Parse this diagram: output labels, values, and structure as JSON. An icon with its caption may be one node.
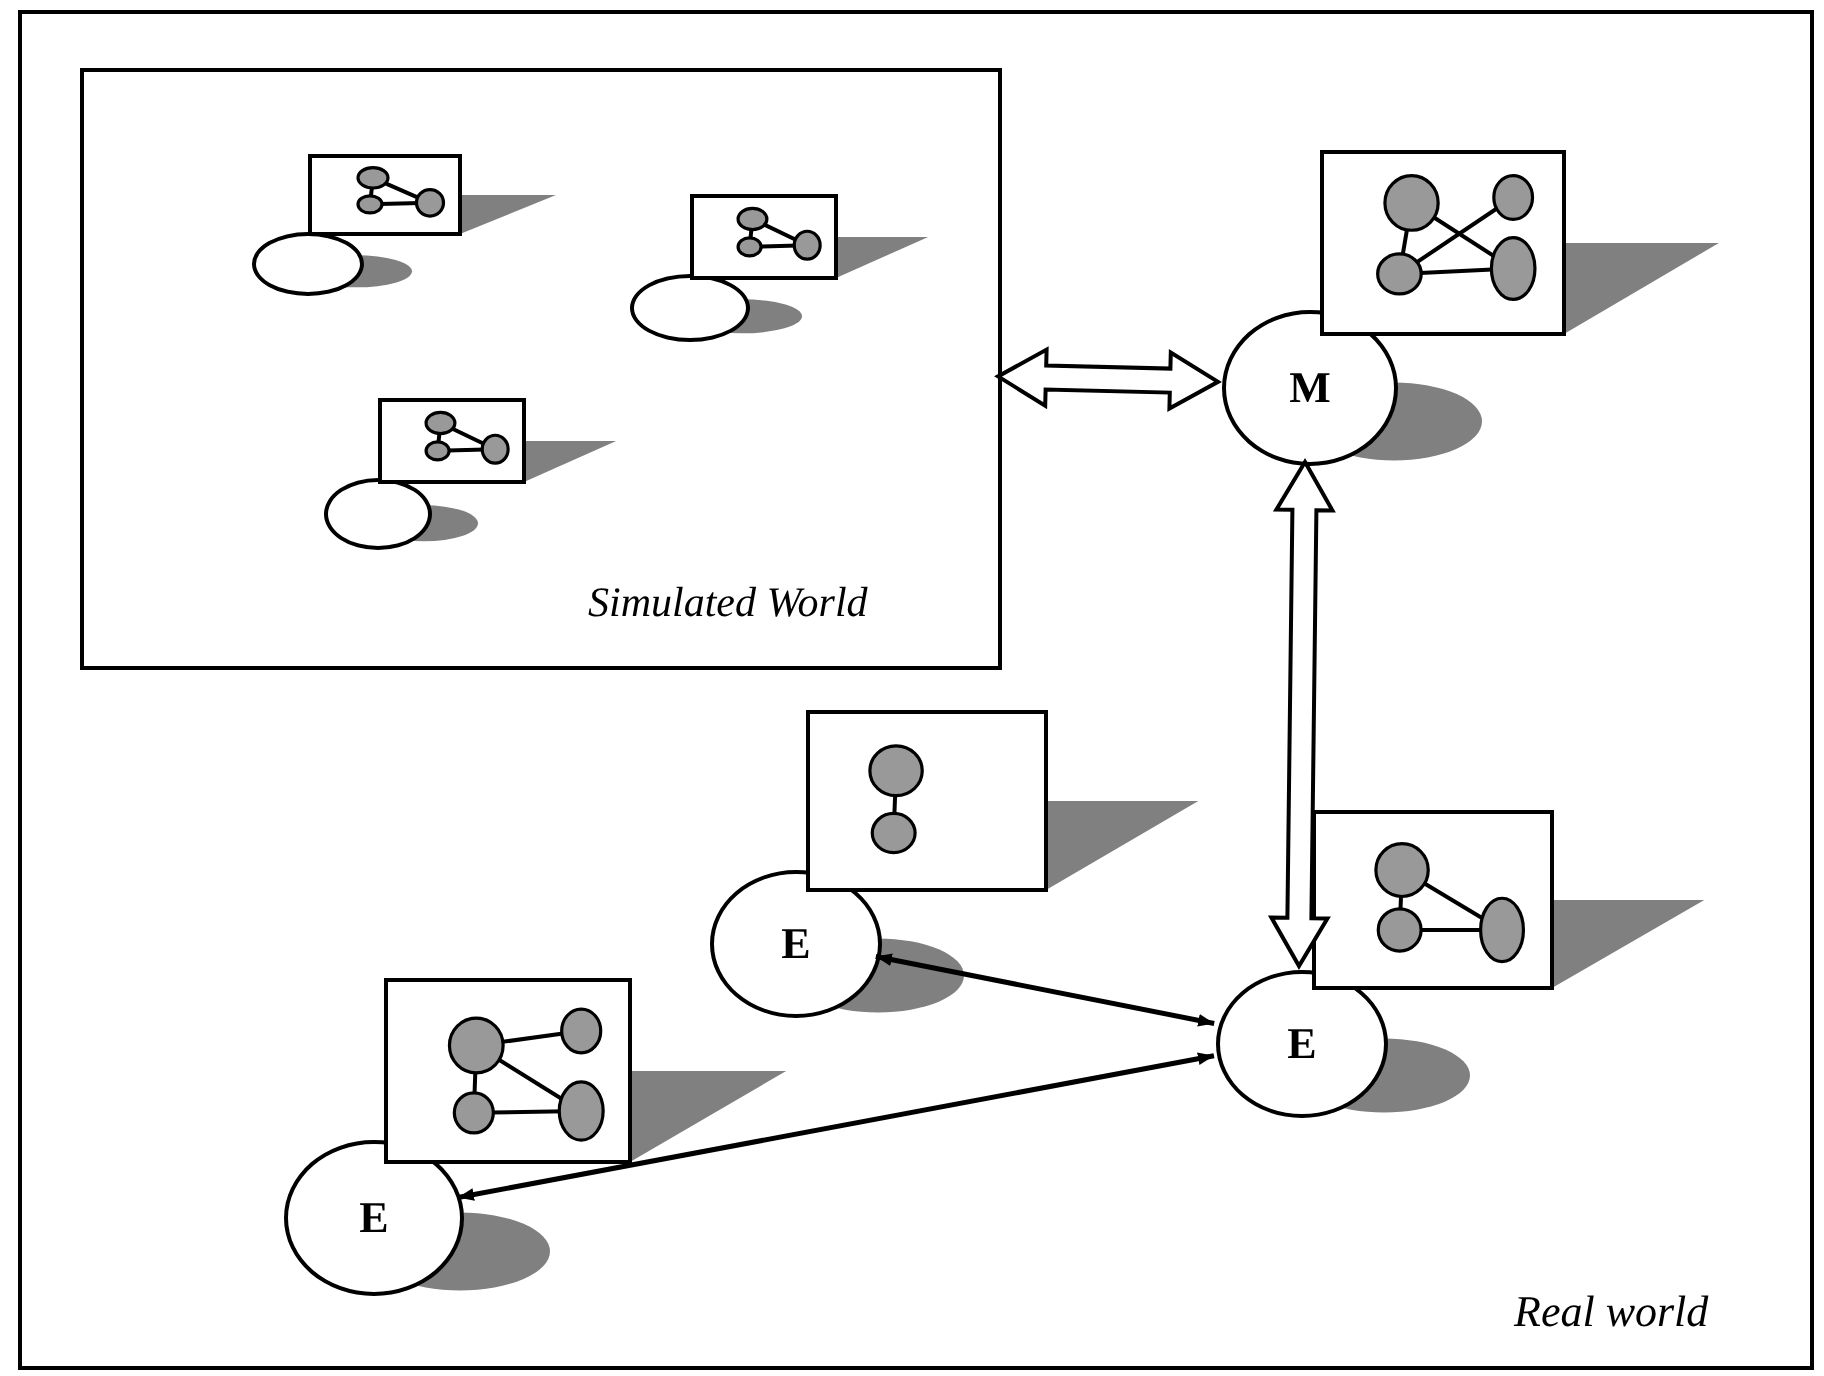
{
  "diagram": {
    "nodes": [
      {
        "text": [
          "Real world"
        ]
      },
      {
        "text": [
          "Simulated World"
        ],
        "in": 0
      },
      {
        "text": [],
        "shape": "circle",
        "in": 1
      },
      {
        "text": [],
        "shape": "circle",
        "in": 1
      },
      {
        "text": [],
        "shape": "circle",
        "in": 1
      },
      {
        "text": [
          "M"
        ],
        "in": 0
      },
      {
        "text": [
          "E"
        ],
        "in": 0
      },
      {
        "text": [
          "E"
        ],
        "in": 0
      },
      {
        "text": [
          "E"
        ],
        "in": 0
      }
    ],
    "edges": [
      {
        "from": 1,
        "to": 5,
        "arrow": "both",
        "style": "thick"
      },
      {
        "from": 5,
        "to": 7,
        "arrow": "both",
        "style": "thick"
      },
      {
        "from": 6,
        "to": 7,
        "arrow": "both"
      },
      {
        "from": 8,
        "to": 7,
        "arrow": "both"
      }
    ]
  }
}
